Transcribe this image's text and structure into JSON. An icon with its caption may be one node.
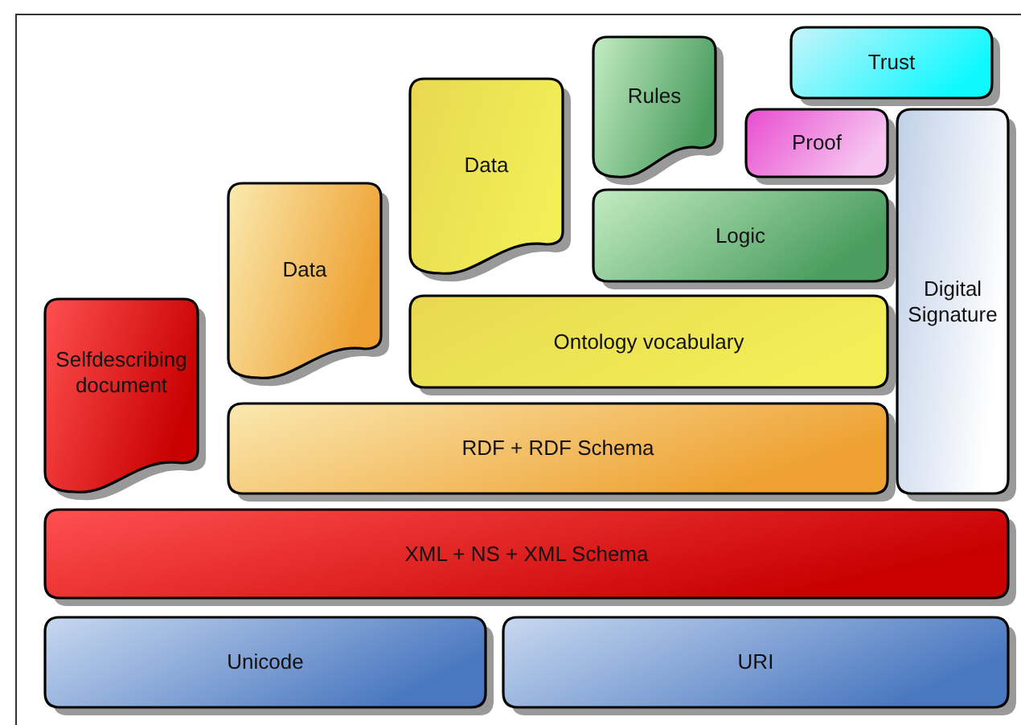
{
  "diagram": {
    "nodes": [
      {
        "text": [
          "Trust"
        ]
      },
      {
        "text": [
          "Rules"
        ]
      },
      {
        "text": [
          "Proof"
        ]
      },
      {
        "text": [
          "Data"
        ]
      },
      {
        "text": [
          "Logic"
        ]
      },
      {
        "text": [
          "Digital Signature"
        ]
      },
      {
        "text": [
          "Data"
        ]
      },
      {
        "text": [
          "Selfdescribing document"
        ]
      },
      {
        "text": [
          "Ontology vocabulary"
        ]
      },
      {
        "text": [
          "RDF + RDF Schema"
        ]
      },
      {
        "text": [
          "XML + NS + XML Schema"
        ]
      },
      {
        "text": [
          "Unicode"
        ]
      },
      {
        "text": [
          "URI"
        ]
      }
    ]
  }
}
